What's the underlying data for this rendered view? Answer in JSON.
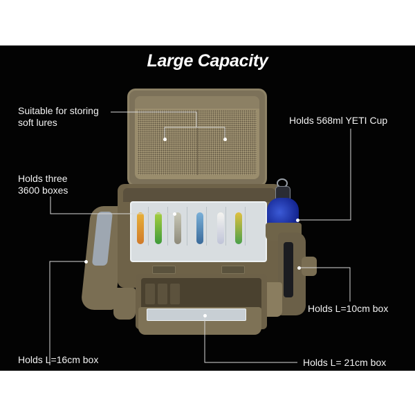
{
  "title": "Large Capacity",
  "colors": {
    "background": "#030303",
    "text": "#f2f2f2",
    "callout_line": "#d9d9d9",
    "bag_tan": "#7a6e53",
    "bottle_blue": "#1c34b8"
  },
  "callouts": {
    "soft_lures": {
      "line1": "Suitable for storing",
      "line2": "soft lures"
    },
    "three_boxes": {
      "line1": "Holds three",
      "line2": "3600 boxes"
    },
    "yeti_cup": {
      "text": "Holds 568ml YETI Cup"
    },
    "box_10cm": {
      "text": "Holds L=10cm box"
    },
    "box_16cm": {
      "text": "Holds L=16cm box"
    },
    "box_21cm": {
      "text": "Holds L= 21cm box"
    }
  },
  "image": {
    "subject": "tackle-bag-open",
    "icons": [
      "mesh-pocket",
      "lure-tray-box",
      "water-bottle",
      "side-pocket",
      "front-pocket"
    ]
  }
}
